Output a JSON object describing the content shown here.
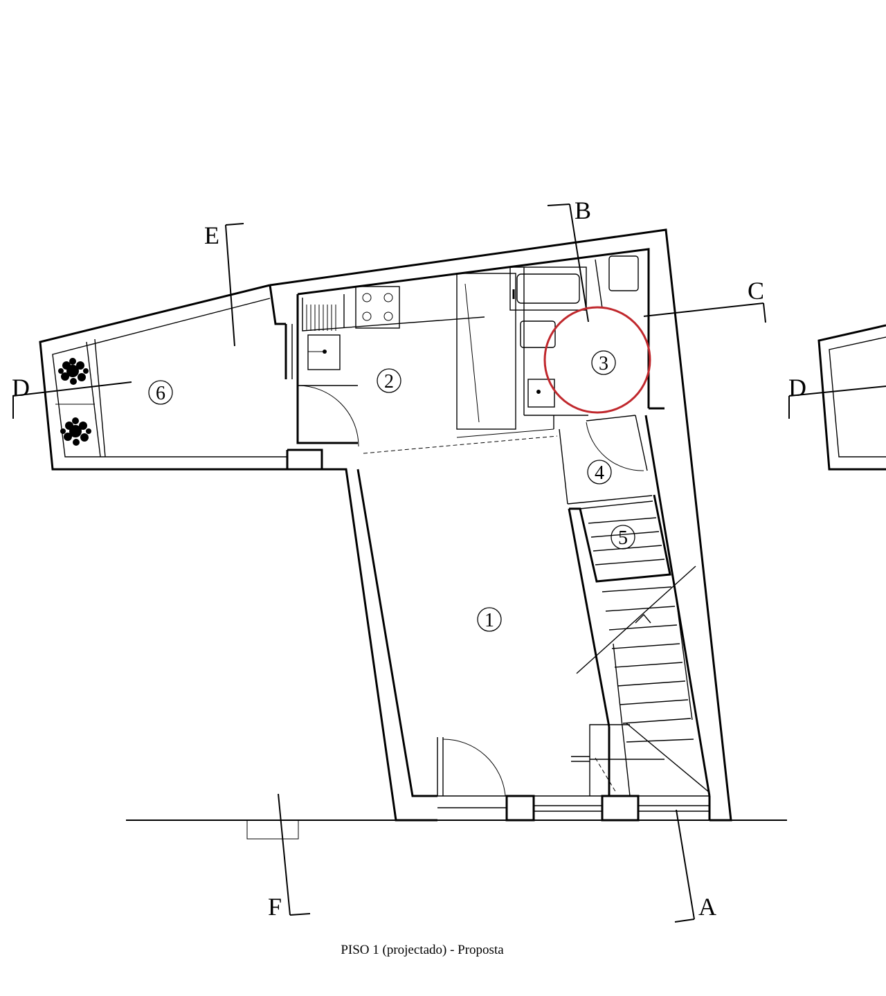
{
  "drawing": {
    "title": "PISO 1 (projectado) - Proposta"
  },
  "rooms": [
    {
      "id": "1",
      "label": "1"
    },
    {
      "id": "2",
      "label": "2"
    },
    {
      "id": "3",
      "label": "3"
    },
    {
      "id": "4",
      "label": "4"
    },
    {
      "id": "5",
      "label": "5"
    },
    {
      "id": "6",
      "label": "6"
    }
  ],
  "section_marks": {
    "A": "A",
    "B": "B",
    "C": "C",
    "D_left": "D",
    "D_right": "D",
    "E": "E",
    "F": "F"
  },
  "highlight": {
    "room": "3",
    "color": "#c0282d"
  },
  "colors": {
    "line": "#000000",
    "background": "#ffffff",
    "highlight": "#c0282d"
  }
}
